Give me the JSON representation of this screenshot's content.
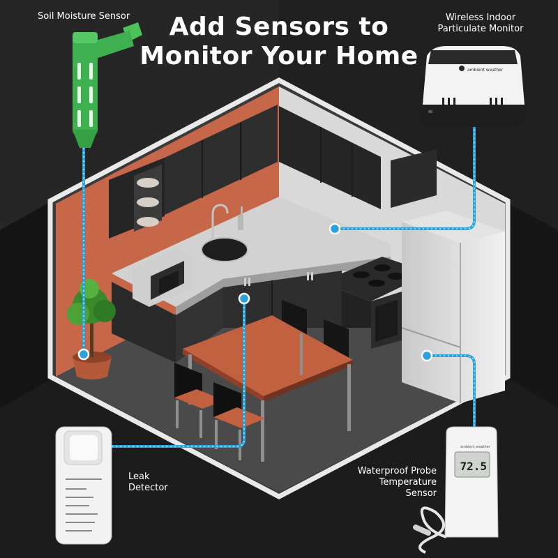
{
  "title": {
    "line1": "Add Sensors to",
    "line2": "Monitor Your Home"
  },
  "sensors": {
    "soil": "Soil Moisture Sensor",
    "particulate": {
      "line1": "Wireless Indoor",
      "line2": "Particulate Monitor"
    },
    "leak": {
      "line1": "Leak",
      "line2": "Detector"
    },
    "probe": {
      "line1": "Waterproof Probe",
      "line2": "Temperature",
      "line3": "Sensor"
    }
  },
  "device_text": {
    "brand": "ambient weather",
    "temperature_reading": "72.5"
  },
  "colors": {
    "background": "#1b1b1b",
    "accent_wall": "#c7674a",
    "table_top": "#c2613f",
    "connector_blue": "#2aa3dc",
    "soil_sensor_green": "#3fb04f"
  }
}
